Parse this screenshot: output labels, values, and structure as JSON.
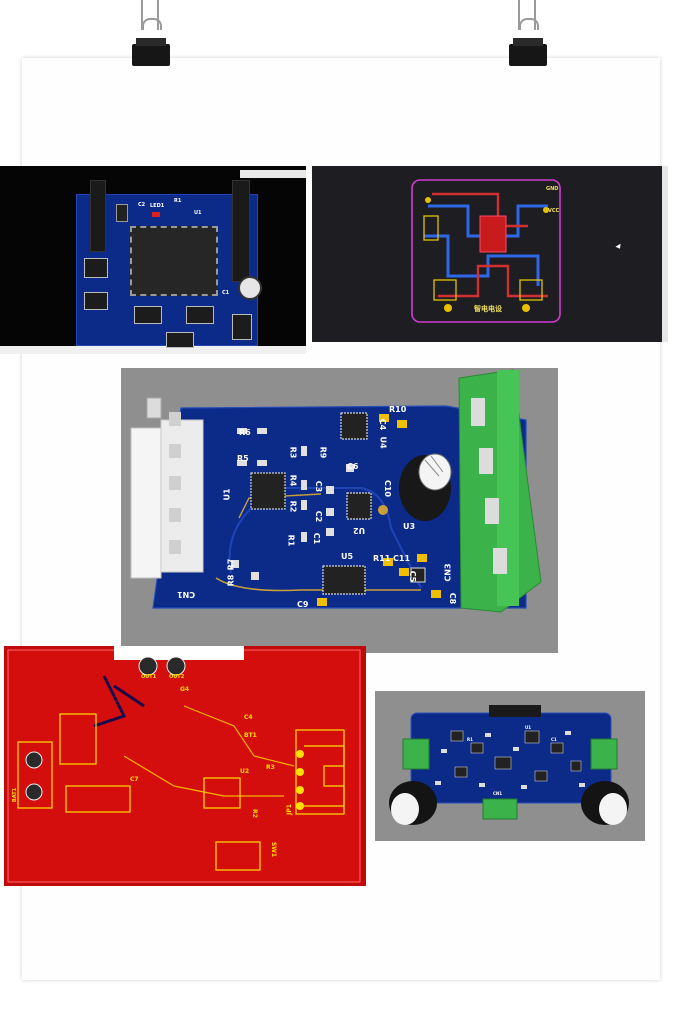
{
  "board_photo_1": {
    "labels": [
      "LED1",
      "C2",
      "R1",
      "U1",
      "C1"
    ]
  },
  "board_photo_2": {
    "labels": [
      "GND",
      "VCC",
      "智电电设"
    ]
  },
  "board_photo_3": {
    "labels": [
      "R10",
      "R6",
      "C4",
      "U4",
      "R3",
      "R9",
      "C6",
      "R5",
      "R4",
      "C3",
      "C10",
      "U1",
      "R2",
      "C2",
      "U2",
      "U3",
      "R1",
      "C1",
      "U5",
      "R11",
      "C11",
      "R7",
      "C5",
      "CN3",
      "R8",
      "CN1",
      "C8",
      "C9"
    ]
  },
  "board_photo_4": {
    "labels": [
      "OUT1",
      "OUT2",
      "G4",
      "C4",
      "BAT1",
      "BT1",
      "U2",
      "R3",
      "JP1",
      "SW1",
      "C7",
      "R2"
    ]
  },
  "board_photo_5": {
    "labels": [
      "CN1",
      "U1",
      "R1",
      "C1"
    ]
  },
  "colors": {
    "board_blue": "#0c2a88",
    "board_red": "#d40d0d",
    "connector_green": "#3bb24a",
    "background_gray": "#8f8f8f"
  }
}
